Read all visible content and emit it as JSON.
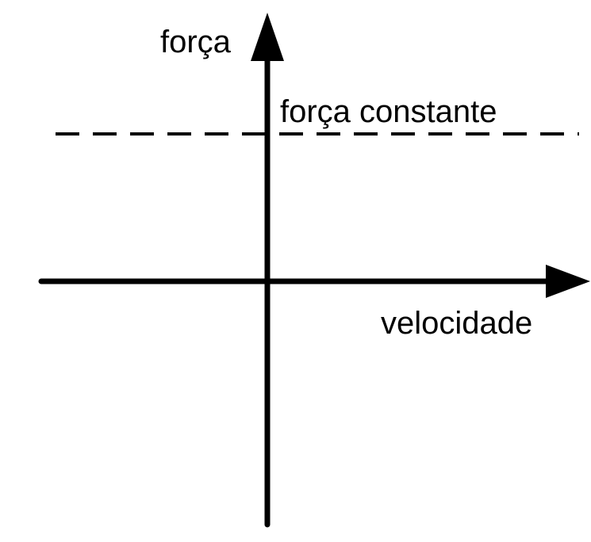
{
  "diagram": {
    "y_axis_label": "força",
    "x_axis_label": "velocidade",
    "constant_line_label": "força constante",
    "colors": {
      "ink": "#000000",
      "background": "#ffffff"
    }
  }
}
